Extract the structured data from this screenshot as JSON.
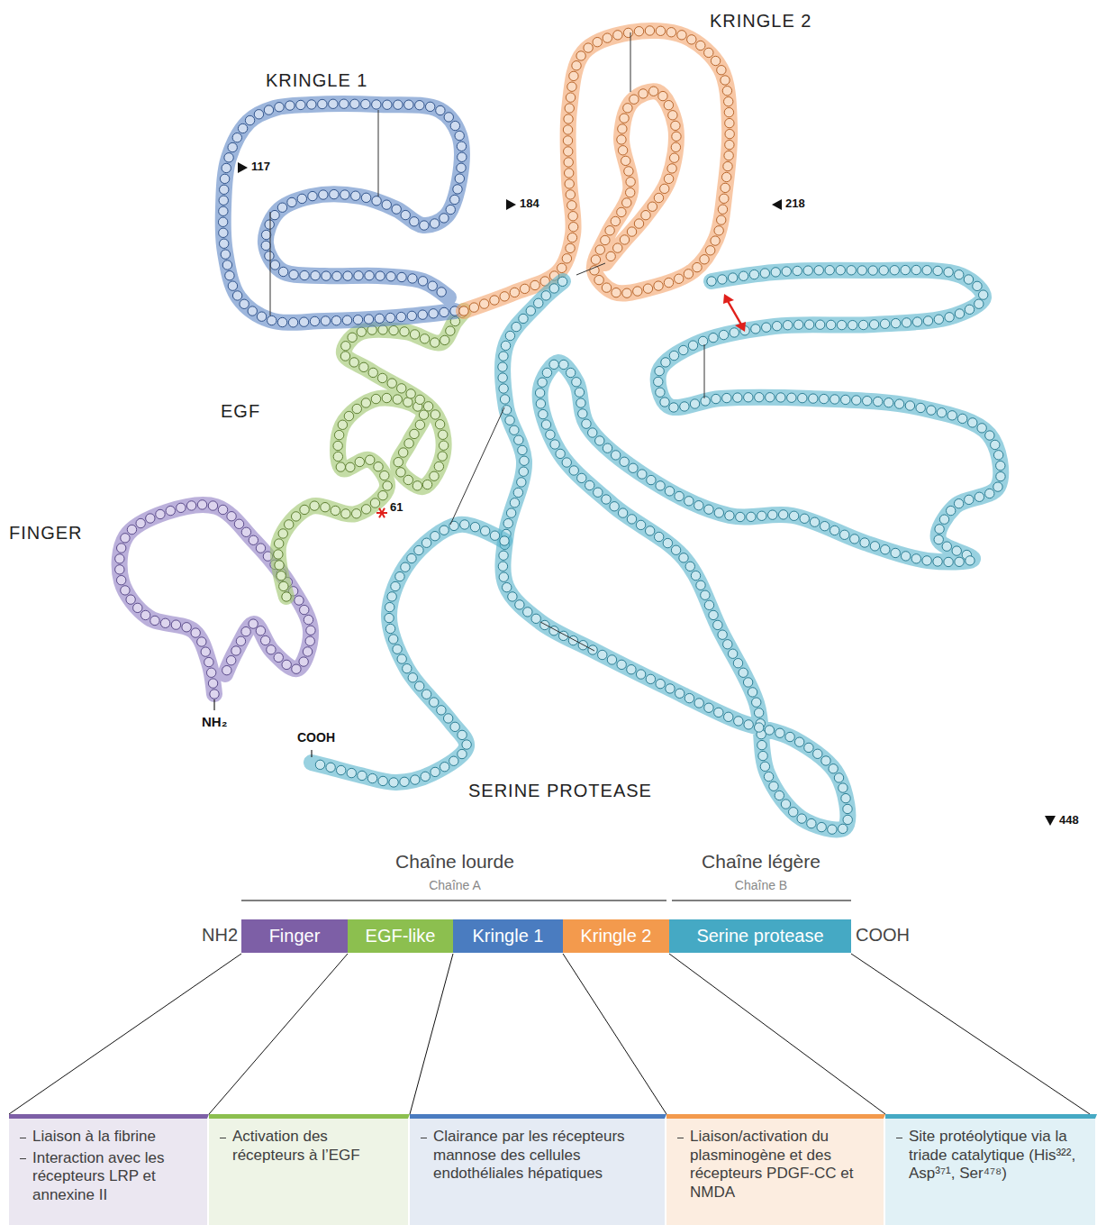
{
  "diagram": {
    "nodes": [
      {
        "text": [
          "Finger"
        ]
      },
      {
        "text": [
          "EGF-like"
        ]
      },
      {
        "text": [
          "Kringle 1"
        ]
      },
      {
        "text": [
          "Kringle 2"
        ]
      },
      {
        "text": [
          "Serine protease"
        ]
      },
      {
        "text": [
          "Liaison à la fibrine",
          "Interaction avec les récepteurs LRP et annexine II"
        ]
      },
      {
        "text": [
          "Activation des récepteurs à l’EGF"
        ]
      },
      {
        "text": [
          "Clairance par les récepteurs mannose des cellules endothéliales hépatiques"
        ]
      },
      {
        "text": [
          "Liaison/activation du plasminogène et des récepteurs PDGF-CC et NMDA"
        ]
      },
      {
        "text": [
          "Site protéolytique via la triade catalytique (His³²², Asp³⁷¹, Ser⁴⁷⁸)"
        ]
      }
    ],
    "labels": [
      "KRINGLE 2",
      "KRINGLE 1",
      "117",
      "184",
      "218",
      "EGF",
      "61",
      "FINGER",
      "NH₂",
      "COOH",
      "SERINE PROTEASE",
      "448",
      "Chaîne lourde",
      "Chaîne légère",
      "Chaîne A",
      "Chaîne B",
      "NH2",
      "COOH"
    ]
  }
}
